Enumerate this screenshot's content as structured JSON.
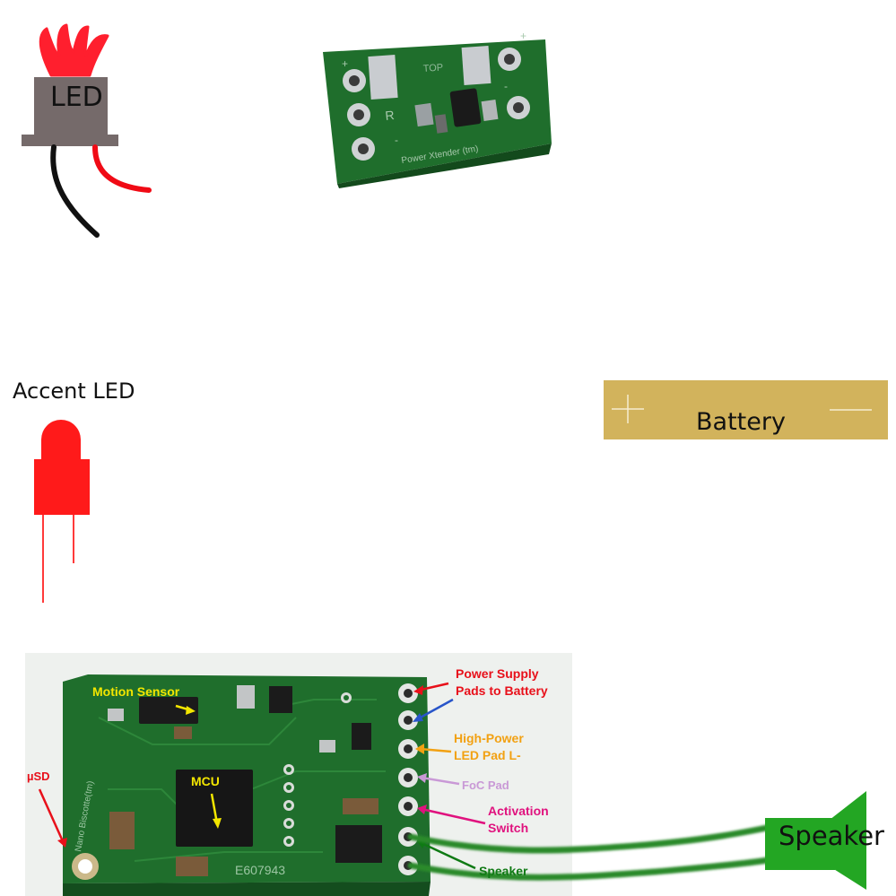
{
  "labels": {
    "led": "LED",
    "accent_led": "Accent LED",
    "battery": "Battery",
    "speaker": "Speaker"
  },
  "annotations": {
    "power_supply_line1": "Power Supply",
    "power_supply_line2": "Pads to Battery",
    "high_power_line1": "High-Power",
    "high_power_line2": "LED Pad L-",
    "foc_pad": "FoC Pad",
    "activation_line1": "Activation",
    "activation_line2": "Switch",
    "speaker_pad": "Speaker",
    "usd": "µSD",
    "motion_sensor": "Motion Sensor",
    "mcu": "MCU"
  },
  "board_markings": {
    "xtender_top": "TOP",
    "xtender_r": "R",
    "xtender_name": "Power Xtender (tm)",
    "main_board_id": "E607943",
    "main_board_name": "Nano Biscotte(tm)"
  },
  "colors": {
    "pcb_green": "#1f6e2c",
    "battery_gold": "#d2b35c",
    "accent_led_red": "#ff1a1a",
    "speaker_green": "#23a623",
    "wire_green": "#2c8a2c"
  }
}
